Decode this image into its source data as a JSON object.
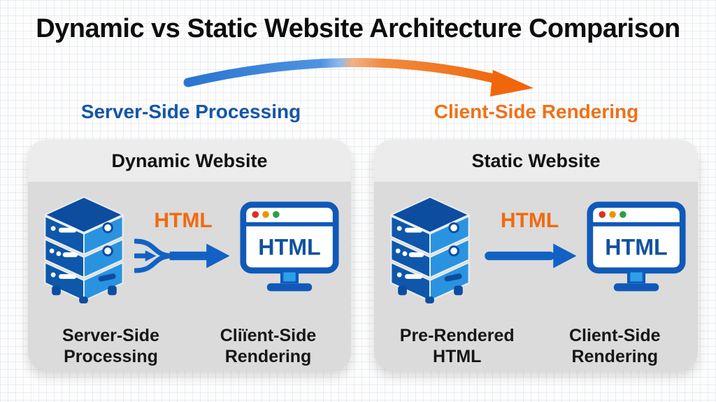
{
  "title": "Dynamic vs Static Website Architecture Comparison",
  "flow": {
    "left_label": "Server-Side Processing",
    "right_label": "Client-Side Rendering"
  },
  "colors": {
    "flow_blue_text": "#1456a8",
    "flow_orange_text": "#ee7118",
    "arrow_blue": "#1261c4",
    "html_orange": "#f2690d",
    "server_dark_blue": "#0c4da0",
    "server_light_blue": "#2a93e0",
    "monitor_border_blue": "#1059b8",
    "panel_body_bg": "#dbdbdb",
    "panel_header_bg": "#ececec",
    "dot_red": "#d93025",
    "dot_orange": "#f09300",
    "dot_green": "#2f9e44"
  },
  "panels": [
    {
      "title": "Dynamic Website",
      "arrow_label": "HTML",
      "monitor_text": "HTML",
      "caption_left": "Server-Side\nProcessing",
      "caption_right": "Cliïent-Side\nRendering"
    },
    {
      "title": "Static Website",
      "arrow_label": "HTML",
      "monitor_text": "HTML",
      "caption_left": "Pre-Rendered\nHTML",
      "caption_right": "Client-Side\nRendering"
    }
  ]
}
